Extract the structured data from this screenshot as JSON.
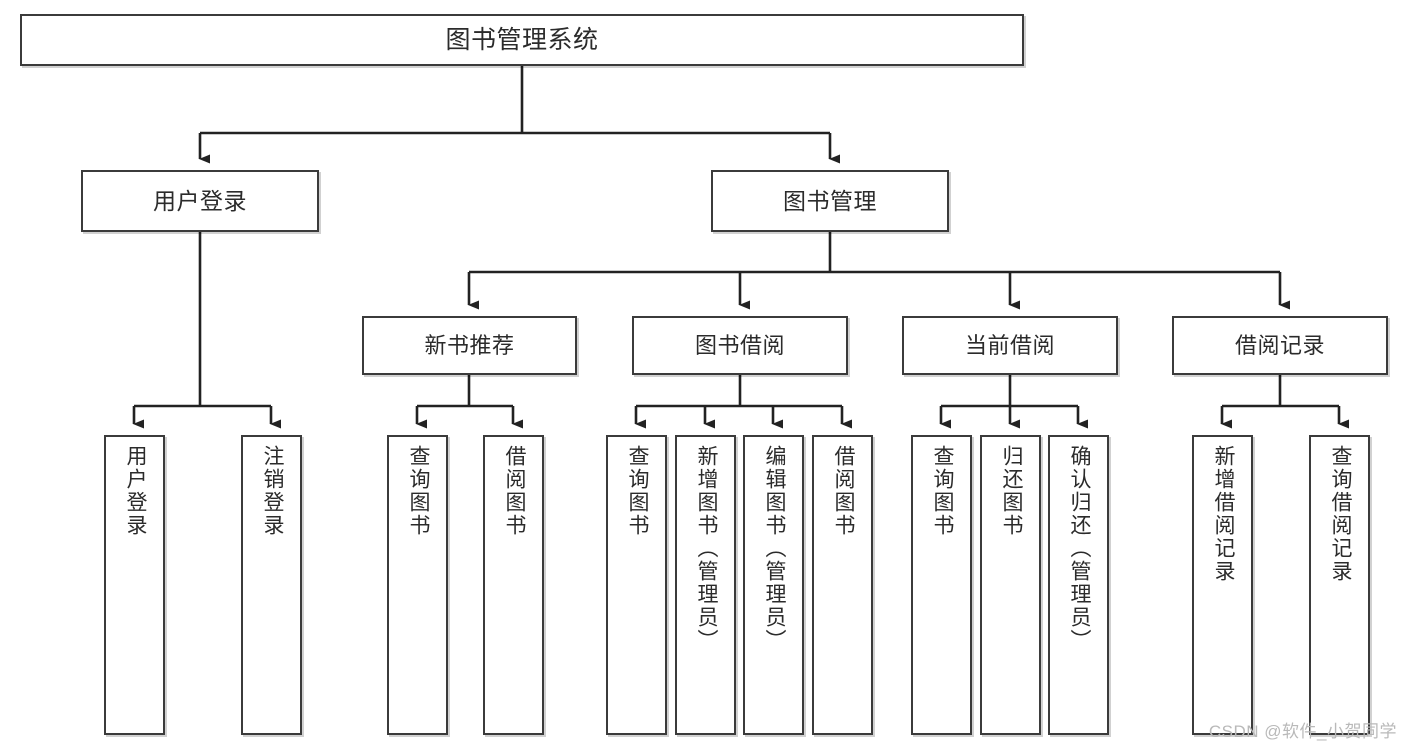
{
  "diagram": {
    "title": "图书管理系统",
    "type": "tree-hierarchy-diagram",
    "colors": {
      "box_border": "#3b3b3b",
      "box_fill": "#ffffff",
      "text": "#2b2b2b",
      "connector": "#222222",
      "watermark": "#b9b9b9",
      "background": "#ffffff"
    },
    "root": {
      "label": "图书管理系统"
    },
    "level1": [
      {
        "label": "用户登录"
      },
      {
        "label": "图书管理"
      }
    ],
    "level2": [
      {
        "label": "新书推荐"
      },
      {
        "label": "图书借阅"
      },
      {
        "label": "当前借阅"
      },
      {
        "label": "借阅记录"
      }
    ],
    "leaves": {
      "user_login": [
        {
          "label": "用户登录"
        },
        {
          "label": "注销登录"
        }
      ],
      "new_book_recommend": [
        {
          "label": "查询图书"
        },
        {
          "label": "借阅图书"
        }
      ],
      "book_borrow": [
        {
          "label": "查询图书"
        },
        {
          "label": "新增图书（管理员）"
        },
        {
          "label": "编辑图书（管理员）"
        },
        {
          "label": "借阅图书"
        }
      ],
      "current_borrow": [
        {
          "label": "查询图书"
        },
        {
          "label": "归还图书"
        },
        {
          "label": "确认归还（管理员）"
        }
      ],
      "borrow_record": [
        {
          "label": "新增借阅记录"
        },
        {
          "label": "查询借阅记录"
        }
      ]
    }
  },
  "watermark": {
    "text": "CSDN @软件_小贺同学"
  }
}
